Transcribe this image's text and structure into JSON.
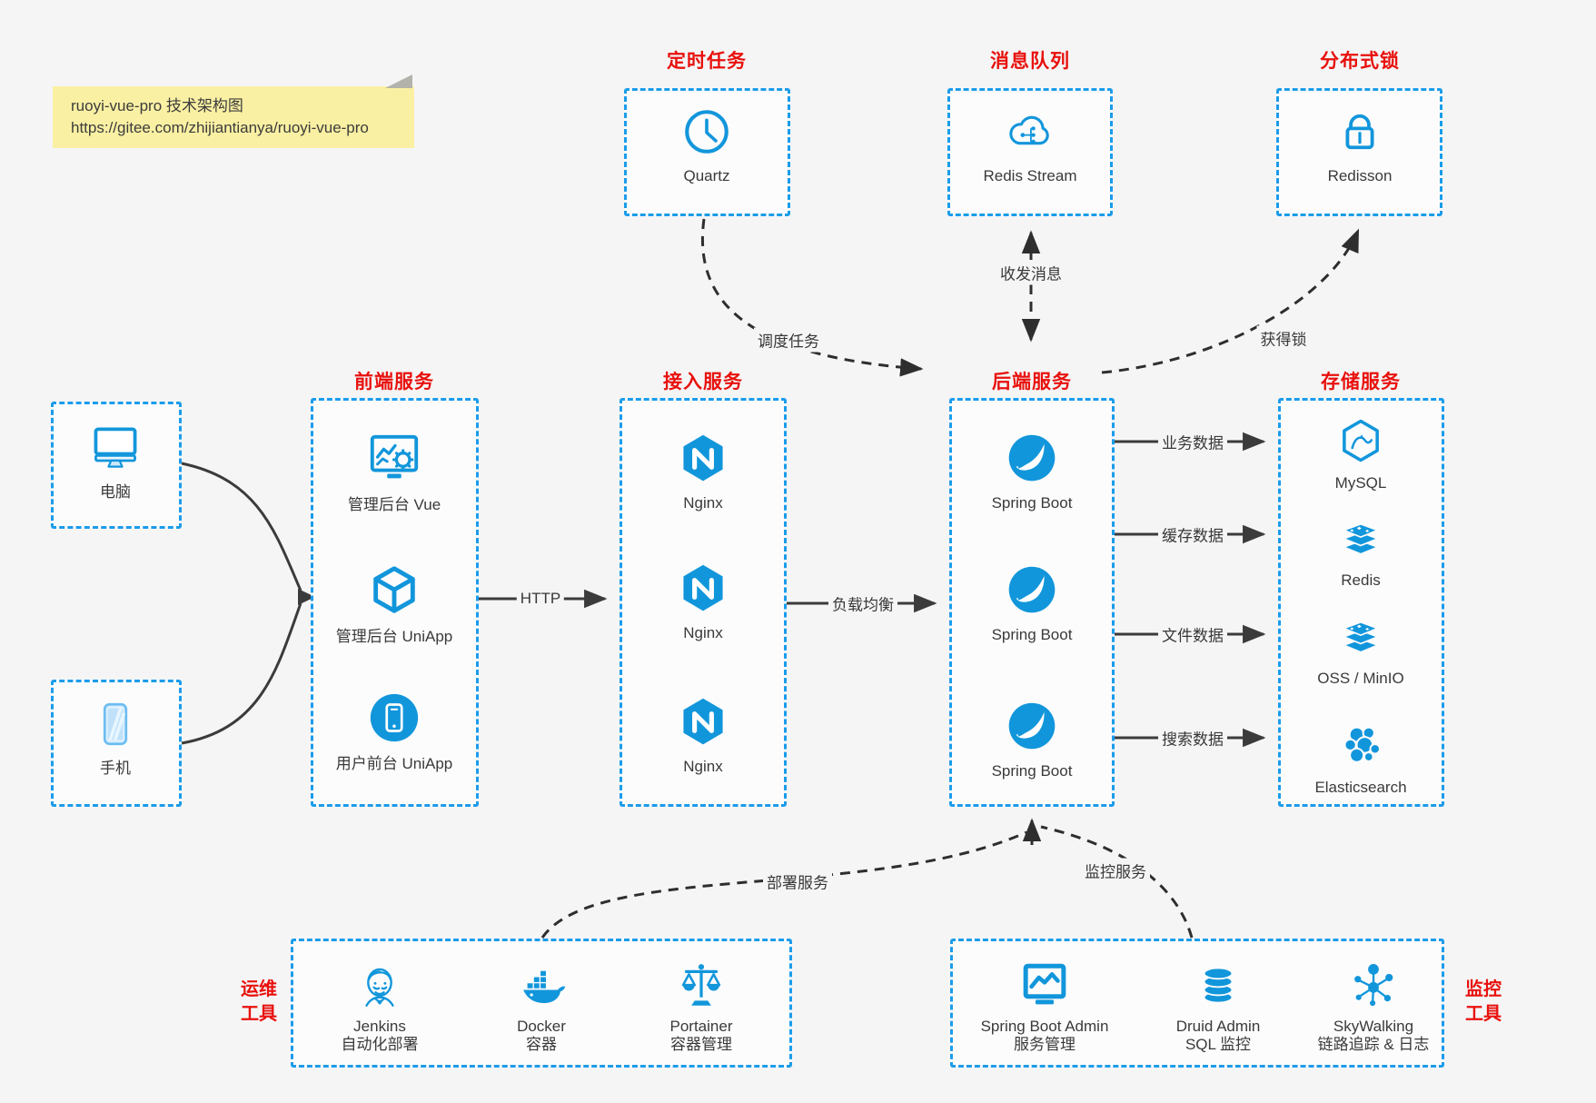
{
  "note": {
    "line1": "ruoyi-vue-pro 技术架构图",
    "line2": "https://gitee.com/zhijiantianya/ruoyi-vue-pro"
  },
  "colors": {
    "icon_blue": "#1296db",
    "border_blue": "#1b9cea",
    "title_red": "#e8110d",
    "arrow_dark": "#3b3b3b",
    "canvas_bg": "#f5f5f6",
    "note_yellow": "#faf0a3"
  },
  "top_groups": [
    {
      "title": "定时任务",
      "item": {
        "icon": "clock-icon",
        "label": "Quartz"
      }
    },
    {
      "title": "消息队列",
      "item": {
        "icon": "cloud-share-icon",
        "label": "Redis Stream"
      }
    },
    {
      "title": "分布式锁",
      "item": {
        "icon": "lock-icon",
        "label": "Redisson"
      }
    }
  ],
  "clients": [
    {
      "icon": "desktop-icon",
      "label": "电脑"
    },
    {
      "icon": "smartphone-icon",
      "label": "手机"
    }
  ],
  "service_columns": [
    {
      "title": "前端服务",
      "items": [
        {
          "icon": "admin-vue-icon",
          "label": "管理后台 Vue"
        },
        {
          "icon": "uniapp-cube-icon",
          "label": "管理后台 UniApp"
        },
        {
          "icon": "user-app-icon",
          "label": "用户前台 UniApp"
        }
      ]
    },
    {
      "title": "接入服务",
      "items": [
        {
          "icon": "nginx-icon",
          "label": "Nginx"
        },
        {
          "icon": "nginx-icon",
          "label": "Nginx"
        },
        {
          "icon": "nginx-icon",
          "label": "Nginx"
        }
      ]
    },
    {
      "title": "后端服务",
      "items": [
        {
          "icon": "spring-boot-icon",
          "label": "Spring Boot"
        },
        {
          "icon": "spring-boot-icon",
          "label": "Spring Boot"
        },
        {
          "icon": "spring-boot-icon",
          "label": "Spring Boot"
        }
      ]
    },
    {
      "title": "存储服务",
      "items": [
        {
          "icon": "mysql-icon",
          "label": "MySQL"
        },
        {
          "icon": "redis-icon",
          "label": "Redis"
        },
        {
          "icon": "oss-minio-icon",
          "label": "OSS / MinIO"
        },
        {
          "icon": "elasticsearch-icon",
          "label": "Elasticsearch"
        }
      ]
    }
  ],
  "bottom_groups": [
    {
      "side": [
        "运维",
        "工具"
      ],
      "items": [
        {
          "icon": "jenkins-icon",
          "line1": "Jenkins",
          "line2": "自动化部署"
        },
        {
          "icon": "docker-icon",
          "line1": "Docker",
          "line2": "容器"
        },
        {
          "icon": "portainer-icon",
          "line1": "Portainer",
          "line2": "容器管理"
        }
      ]
    },
    {
      "side": [
        "监控",
        "工具"
      ],
      "items": [
        {
          "icon": "spring-boot-admin-icon",
          "line1": "Spring Boot Admin",
          "line2": "服务管理"
        },
        {
          "icon": "druid-icon",
          "line1": "Druid Admin",
          "line2": "SQL 监控"
        },
        {
          "icon": "skywalking-icon",
          "line1": "SkyWalking",
          "line2": "链路追踪 & 日志"
        }
      ]
    }
  ],
  "connector_labels": {
    "schedule": "调度任务",
    "mq": "收发消息",
    "lock": "获得锁",
    "http": "HTTP",
    "lb": "负载均衡",
    "biz": "业务数据",
    "cache": "缓存数据",
    "file": "文件数据",
    "search": "搜索数据",
    "deploy": "部署服务",
    "monitor": "监控服务"
  }
}
